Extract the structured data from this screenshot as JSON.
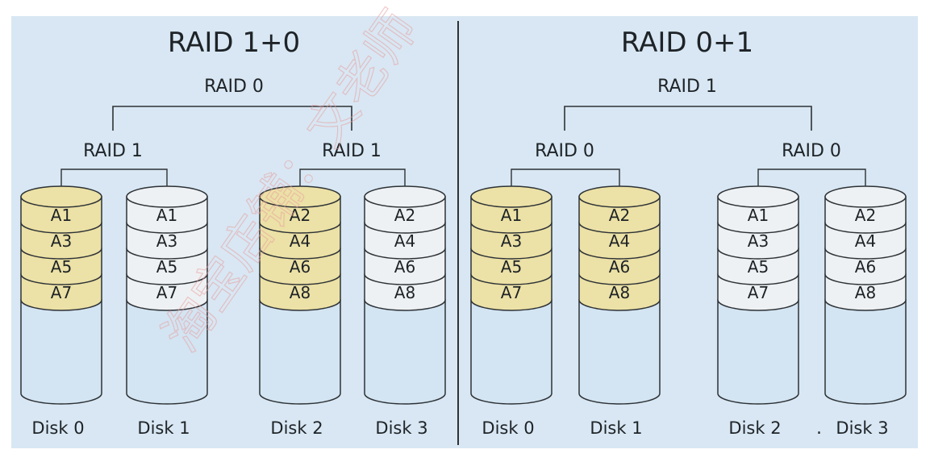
{
  "colors": {
    "panel_bg": "#d8e7f3",
    "page_bg": "#ffffff",
    "highlight_fill": "#ece1a6",
    "plain_fill": "#eef1f3",
    "disk_body": "#d3e4f2",
    "stroke": "#2d3236",
    "text": "#1e2327",
    "watermark": "#e8a0a0"
  },
  "diagrams": [
    {
      "title": "RAID 1+0",
      "top_label": "RAID 0",
      "group_labels": [
        "RAID 1",
        "RAID 1"
      ],
      "disks": [
        {
          "name": "Disk 0",
          "blocks": [
            "A1",
            "A3",
            "A5",
            "A7"
          ],
          "highlight": true
        },
        {
          "name": "Disk 1",
          "blocks": [
            "A1",
            "A3",
            "A5",
            "A7"
          ],
          "highlight": false
        },
        {
          "name": "Disk 2",
          "blocks": [
            "A2",
            "A4",
            "A6",
            "A8"
          ],
          "highlight": true
        },
        {
          "name": "Disk 3",
          "blocks": [
            "A2",
            "A4",
            "A6",
            "A8"
          ],
          "highlight": false
        }
      ]
    },
    {
      "title": "RAID 0+1",
      "top_label": "RAID 1",
      "group_labels": [
        "RAID 0",
        "RAID 0"
      ],
      "disks": [
        {
          "name": "Disk 0",
          "blocks": [
            "A1",
            "A3",
            "A5",
            "A7"
          ],
          "highlight": true
        },
        {
          "name": "Disk 1",
          "blocks": [
            "A2",
            "A4",
            "A6",
            "A8"
          ],
          "highlight": true
        },
        {
          "name": "Disk 2",
          "blocks": [
            "A1",
            "A3",
            "A5",
            "A7"
          ],
          "highlight": false
        },
        {
          "name": "Disk 3",
          "blocks": [
            "A2",
            "A4",
            "A6",
            "A8"
          ],
          "highlight": false
        }
      ]
    }
  ],
  "stray_mark": ".",
  "watermark": "淘宝店铺：文老师"
}
